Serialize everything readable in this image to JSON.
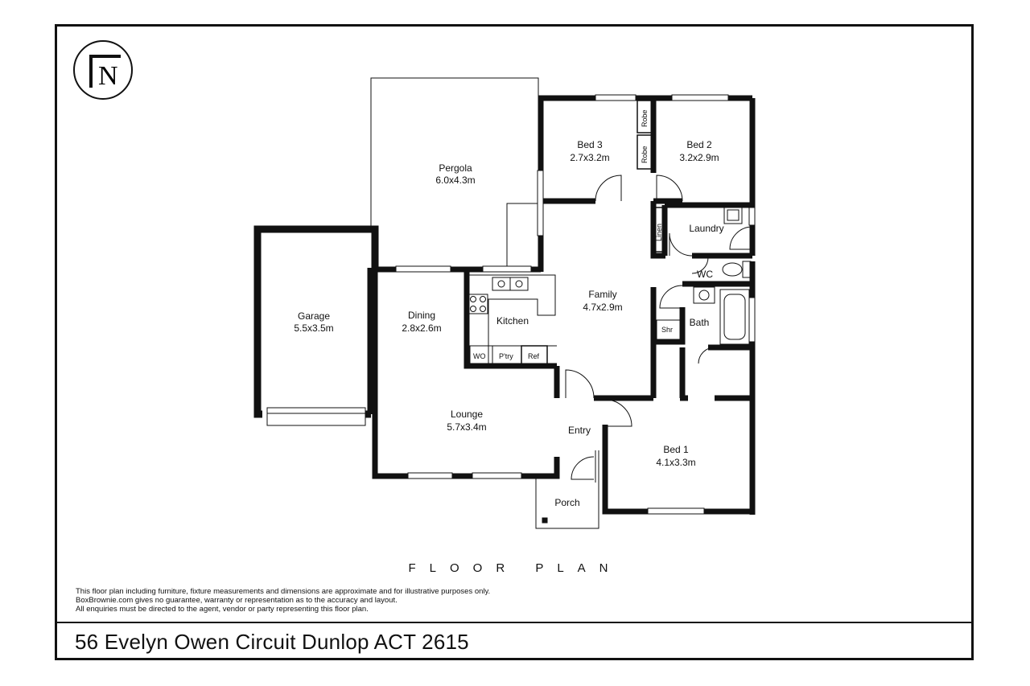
{
  "plan_title": "FLOOR PLAN",
  "address": "56 Evelyn Owen Circuit Dunlop ACT 2615",
  "north_label": "N",
  "disclaimer": [
    "This floor plan including furniture, fixture measurements and dimensions are approximate and for illustrative purposes only.",
    "BoxBrownie.com gives no guarantee, warranty or representation as to the accuracy and layout.",
    "All enquiries must be directed to the agent, vendor or party representing this floor plan."
  ],
  "rooms": {
    "pergola": {
      "name": "Pergola",
      "size": "6.0x4.3m"
    },
    "bed3": {
      "name": "Bed 3",
      "size": "2.7x3.2m"
    },
    "bed2": {
      "name": "Bed 2",
      "size": "3.2x2.9m"
    },
    "garage": {
      "name": "Garage",
      "size": "5.5x3.5m"
    },
    "dining": {
      "name": "Dining",
      "size": "2.8x2.6m"
    },
    "kitchen": {
      "name": "Kitchen"
    },
    "family": {
      "name": "Family",
      "size": "4.7x2.9m"
    },
    "laundry": {
      "name": "Laundry"
    },
    "wc": {
      "name": "WC"
    },
    "bath": {
      "name": "Bath"
    },
    "lounge": {
      "name": "Lounge",
      "size": "5.7x3.4m"
    },
    "entry": {
      "name": "Entry"
    },
    "bed1": {
      "name": "Bed 1",
      "size": "4.1x3.3m"
    },
    "porch": {
      "name": "Porch"
    }
  },
  "fixtures": {
    "robe": "Robe",
    "linen": "Linen",
    "wo": "WO",
    "pantry": "P'try",
    "ref": "Ref",
    "shower": "Shr"
  }
}
